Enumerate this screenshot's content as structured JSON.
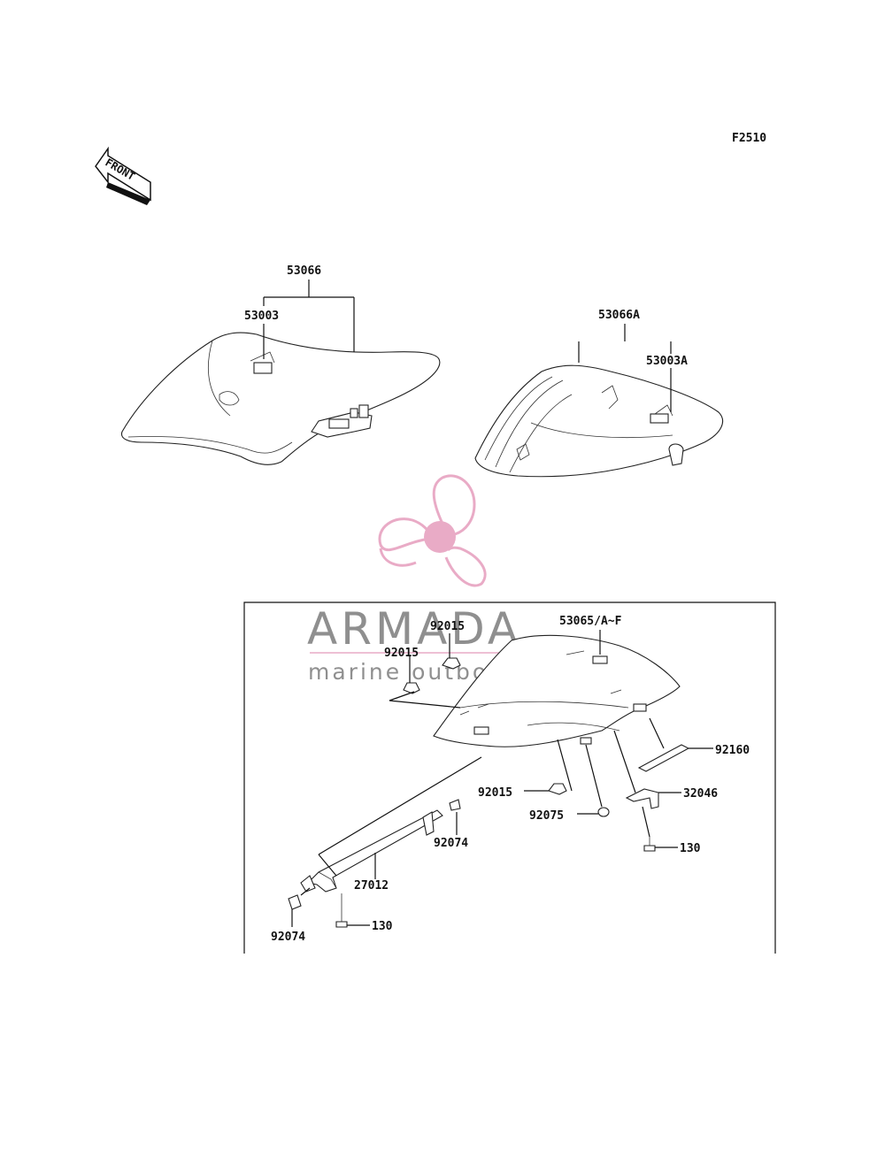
{
  "figure_code": "F2510",
  "front_indicator": "FRONT",
  "watermark": {
    "brand": "ARMADA",
    "tagline": "marine outboards",
    "accent_color": "#e8a7c4",
    "text_color": "#8a8a8a"
  },
  "callouts": {
    "seat_assy": "53066",
    "seat_cover": "53003",
    "seat_assy_a": "53066A",
    "seat_cover_a": "53003A",
    "cowl": "53065/A~F",
    "clip_top": "92015",
    "clip_left": "92015",
    "clip_bottom": "92015",
    "pad": "92160",
    "stay": "32046",
    "bolt_right": "130",
    "bolt_left": "130",
    "grommet": "92075",
    "damper_right": "92074",
    "damper_left": "92074",
    "bracket": "27012"
  }
}
